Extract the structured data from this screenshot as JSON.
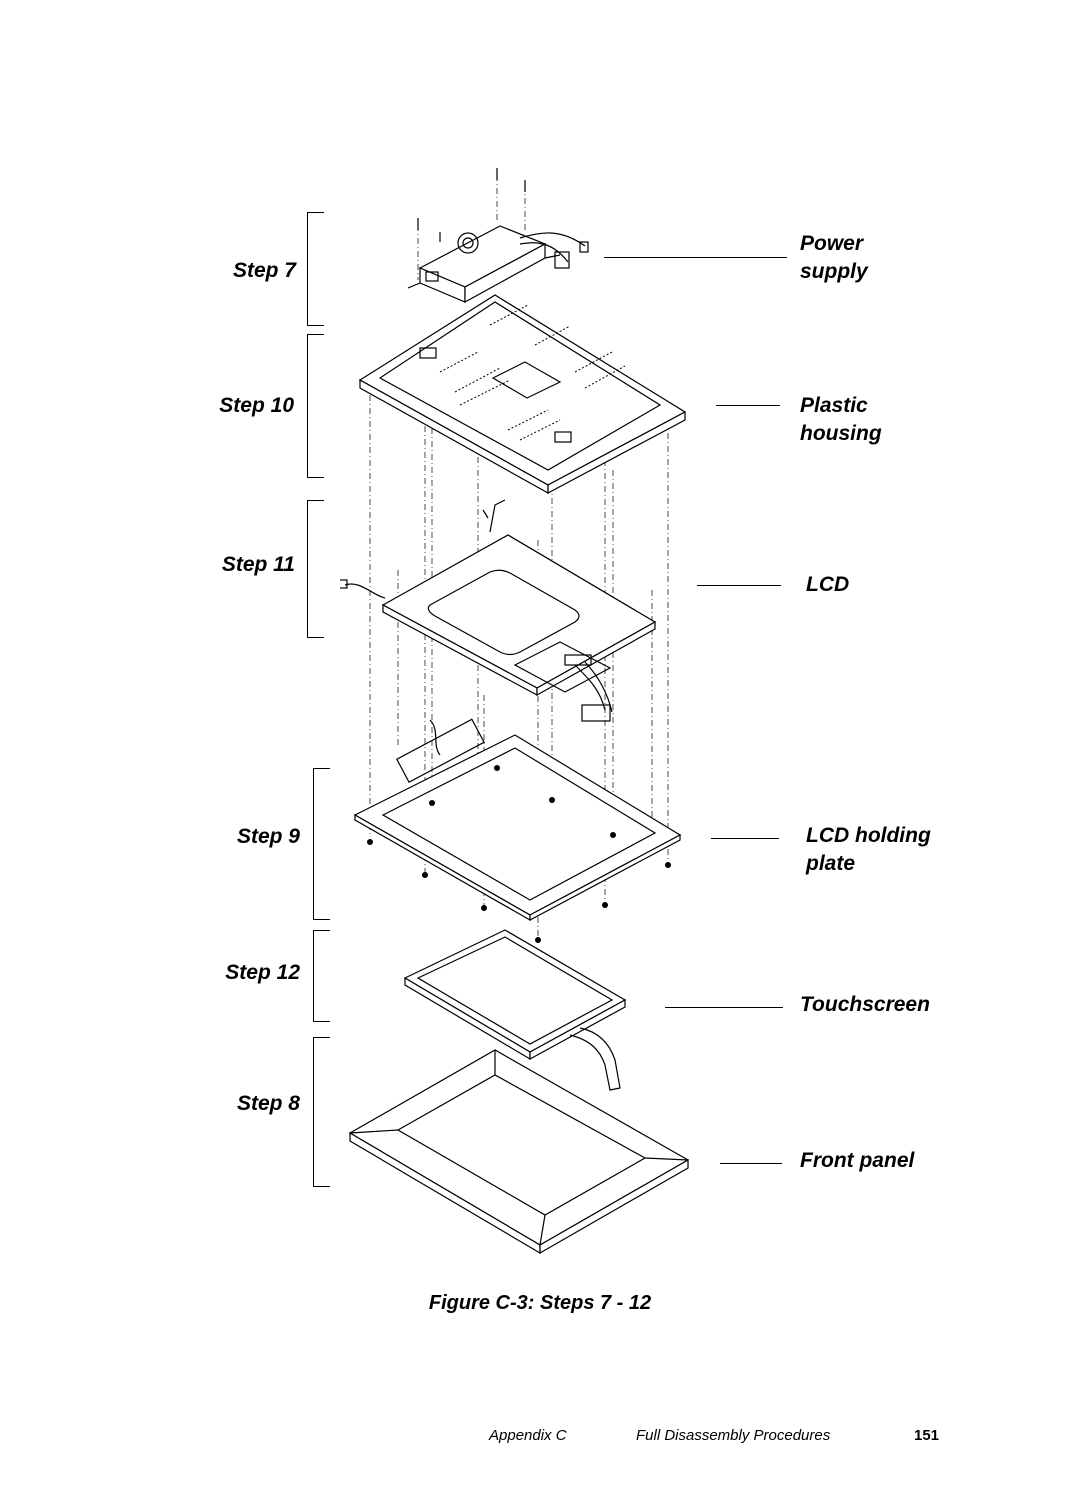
{
  "steps": {
    "s7": "Step 7",
    "s10": "Step 10",
    "s11": "Step 11",
    "s9": "Step 9",
    "s12": "Step 12",
    "s8": "Step 8"
  },
  "labels": {
    "power_supply": "Power\nsupply",
    "plastic_housing": "Plastic\nhousing",
    "lcd": "LCD",
    "lcd_holding_plate": "LCD holding\nplate",
    "touchscreen": "Touchscreen",
    "front_panel": "Front panel"
  },
  "caption": "Figure C-3: Steps 7 - 12",
  "footer": {
    "appendix": "Appendix C",
    "section": "Full Disassembly Procedures",
    "page_number": "151"
  }
}
